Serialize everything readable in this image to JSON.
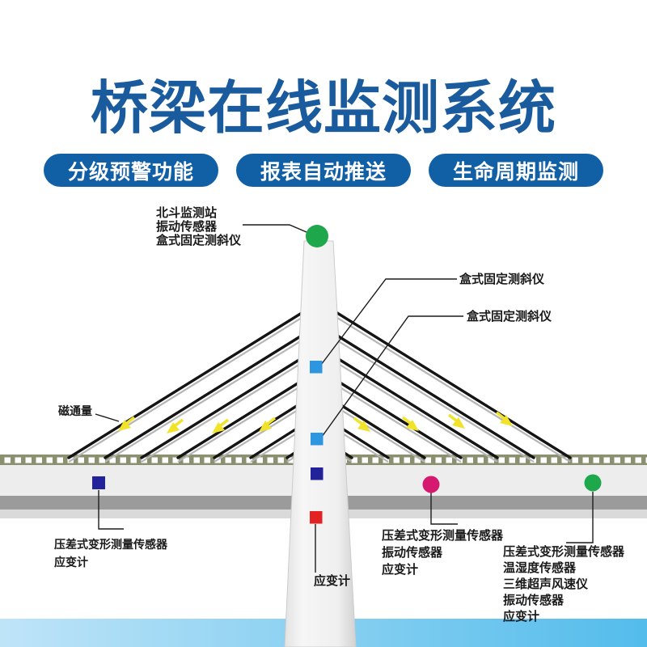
{
  "title": "桥梁在线监测系统",
  "badges": [
    {
      "label": "分级预警功能"
    },
    {
      "label": "报表自动推送"
    },
    {
      "label": "生命周期监测"
    }
  ],
  "annotations": {
    "tower_top": [
      "北斗监测站",
      "振动传感器",
      "盒式固定测斜仪"
    ],
    "inclinometer_upper": "盒式固定测斜仪",
    "inclinometer_lower": "盒式固定测斜仪",
    "magnetic_flux": "磁通量",
    "left_deck": [
      "压差式变形测量传感器",
      "应变计"
    ],
    "tower_base": "应变计",
    "mid_right_deck": [
      "压差式变形测量传感器",
      "振动传感器",
      "应变计"
    ],
    "far_right_deck": [
      "压差式变形测量传感器",
      "温湿度传感器",
      "三维超声风速仪",
      "振动传感器",
      "应变计"
    ]
  },
  "colors": {
    "title_blue": "#1a5b9e",
    "badge_blue": "#1160a6",
    "marker_blue": "#2e96e0",
    "marker_navy": "#22229a",
    "marker_red": "#e32222",
    "dot_green": "#1ea84b",
    "dot_pink": "#d6196e",
    "arrow_yellow": "#f0e329",
    "rail_olive": "#8a9070",
    "deck_gray": "#9b9b9b",
    "water_blue": "#5bbdec"
  }
}
